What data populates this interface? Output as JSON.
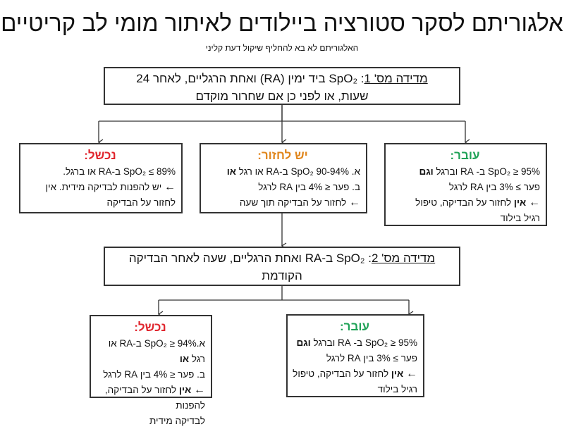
{
  "title": "אלגוריתם לסקר סטורציה ביילודים לאיתור מומי לב קריטיים",
  "subtitle": "האלגוריתם לא בא להחליף שיקול דעת קליני",
  "colors": {
    "fail": "#e0262e",
    "repeat": "#e0861c",
    "pass": "#1fa257",
    "line": "#333333"
  },
  "measure1": {
    "label": "מדידה מס' 1",
    "line1": ": SpO₂ ביד ימין (RA) ואחת הרגליים, לאחר 24",
    "line2": "שעות, או לפני כן אם שחרור מוקדם"
  },
  "fail1": {
    "heading": "נכשל:",
    "l1": "SpO₂ ≤ 89% ב-RA  או ברגל.",
    "l2_icon": "arrow-left-icon",
    "l2": " יש להפנות לבדיקה מידית. אין",
    "l3": "לחזור על הבדיקה"
  },
  "repeat1": {
    "heading": "יש לחזור:",
    "l1a": "א. SpO₂ 90-94% ב-RA  או רגל ",
    "l1b": "או",
    "l2": "ב.  פער ≤ 4% בין RA לרגל",
    "l3": " לחזור על הבדיקה תוך שעה"
  },
  "pass1": {
    "heading": "עובר:",
    "l1a": "SpO₂ ≥ 95% ב- RA  וברגל ",
    "l1b": "וגם",
    "l2": "פער ≥ 3% בין RA לרגל",
    "l3a": "אין",
    "l3b": " לחזור על הבדיקה, טיפול",
    "l4": "רגיל בילוד"
  },
  "measure2": {
    "label": "מדידה מס' 2",
    "line1": ": SpO₂ ב-RA ואחת הרגליים, שעה לאחר הבדיקה",
    "line2": "הקודמת"
  },
  "fail2": {
    "heading": "נכשל:",
    "l1a": "א.SpO₂  ≥ 94% ב-RA  או רגל ",
    "l1b": "או",
    "l2": "ב.  פער ≤ 4% בין RA לרגל",
    "l3a": "אין",
    "l3b": " לחזור על הבדיקה, להפנות",
    "l4": "לבדיקה מידית"
  },
  "pass2": {
    "heading": "עובר:",
    "l1a": "SpO₂ ≥ 95% ב- RA  וברגל ",
    "l1b": "וגם",
    "l2": "פער ≥ 3% בין RA לרגל",
    "l3a": "אין",
    "l3b": " לחזור על הבדיקה, טיפול",
    "l4": "רגיל בילוד"
  },
  "arrow_glyph": "←"
}
